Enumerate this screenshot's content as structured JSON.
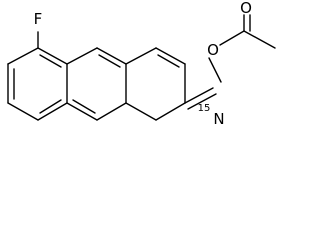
{
  "molecule": {
    "atoms": {
      "fluorine": "F",
      "oxygen_ester": "O",
      "oxygen_carbonyl": "O",
      "nitrogen": "N",
      "nitrogen_isotope": "15"
    }
  }
}
